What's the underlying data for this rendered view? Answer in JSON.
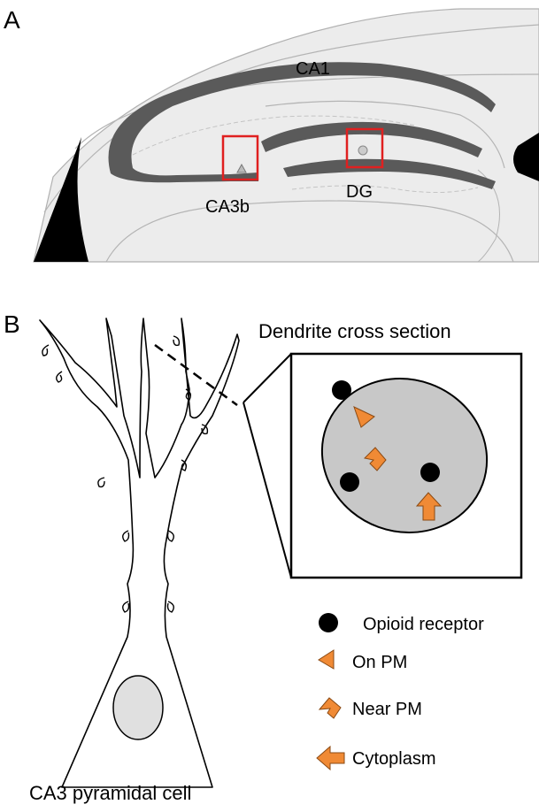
{
  "panel_a": {
    "letter": "A",
    "labels": {
      "ca1": "CA1",
      "ca3b": "CA3b",
      "dg": "DG"
    }
  },
  "panel_b": {
    "letter": "B",
    "inset_title": "Dendrite cross section",
    "cell_caption": "CA3 pyramidal cell",
    "legend": [
      {
        "label": "Opioid receptor",
        "icon": "black-dot-icon"
      },
      {
        "label": "On PM",
        "icon": "orange-triangle-icon"
      },
      {
        "label": "Near PM",
        "icon": "orange-chevron-icon"
      },
      {
        "label": "Cytoplasm",
        "icon": "orange-arrow-icon"
      }
    ]
  },
  "colors": {
    "cell_layer": "#5a5a5a",
    "background_tissue": "#ececec",
    "highlight_box": "#e02020",
    "cross_section_fill": "#c8c8c8",
    "nucleus_fill": "#e0e0e0",
    "marker_orange": "#f08a35",
    "receptor": "#000000"
  }
}
